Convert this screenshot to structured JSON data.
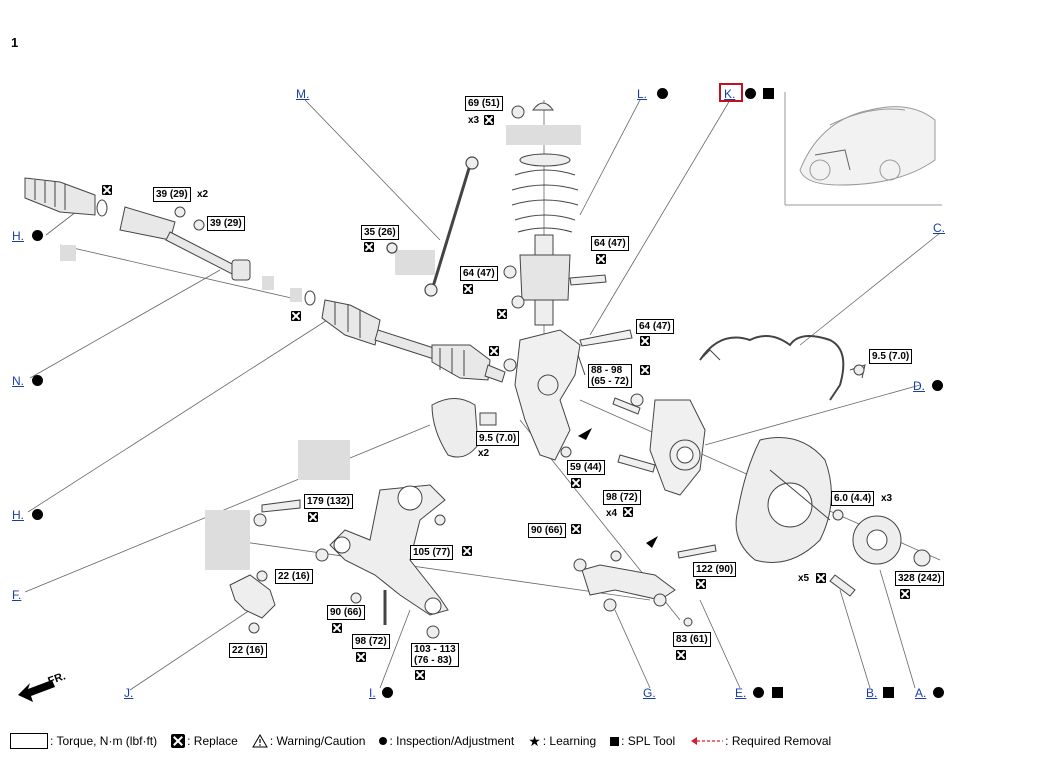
{
  "page_number": "1",
  "callouts": {
    "A": "A.",
    "B": "B.",
    "C": "C.",
    "D": "D.",
    "E": "E.",
    "F": "F.",
    "G": "G.",
    "H_top": "H.",
    "H_bottom": "H.",
    "I": "I.",
    "J": "J.",
    "K": "K.",
    "L": "L.",
    "M": "M.",
    "N": "N."
  },
  "torques": {
    "t_69": "69 (51)",
    "t_x3a": "x3",
    "t_39a": "39 (29)",
    "t_x2a": "x2",
    "t_39b": "39 (29)",
    "t_35": "35 (26)",
    "t_64a": "64 (47)",
    "t_64b": "64 (47)",
    "t_64c": "64 (47)",
    "t_88": "88 - 98\n(65 - 72)",
    "t_95a": "9.5 (7.0)",
    "t_95b": "9.5 (7.0)",
    "t_x2b": "x2",
    "t_59": "59 (44)",
    "t_98": "98 (72)",
    "t_x4": "x4",
    "t_60": "6.0 (4.4)",
    "t_x3b": "x3",
    "t_179": "179 (132)",
    "t_105": "105 (77)",
    "t_90a": "90 (66)",
    "t_90b": "90 (66)",
    "t_22a": "22 (16)",
    "t_22b": "22 (16)",
    "t_98b": "98 (72)",
    "t_103": "103 - 113\n(76 - 83)",
    "t_122": "122 (90)",
    "t_83": "83 (61)",
    "t_x5": "x5",
    "t_328": "328 (242)"
  },
  "front_label": "FR.",
  "legend": {
    "torque": ": Torque, N·m (lbf·ft)",
    "replace": ": Replace",
    "warning": ": Warning/Caution",
    "inspection": ": Inspection/Adjustment",
    "learning": ": Learning",
    "spl_tool": ": SPL Tool",
    "required_removal": ": Required Removal"
  }
}
